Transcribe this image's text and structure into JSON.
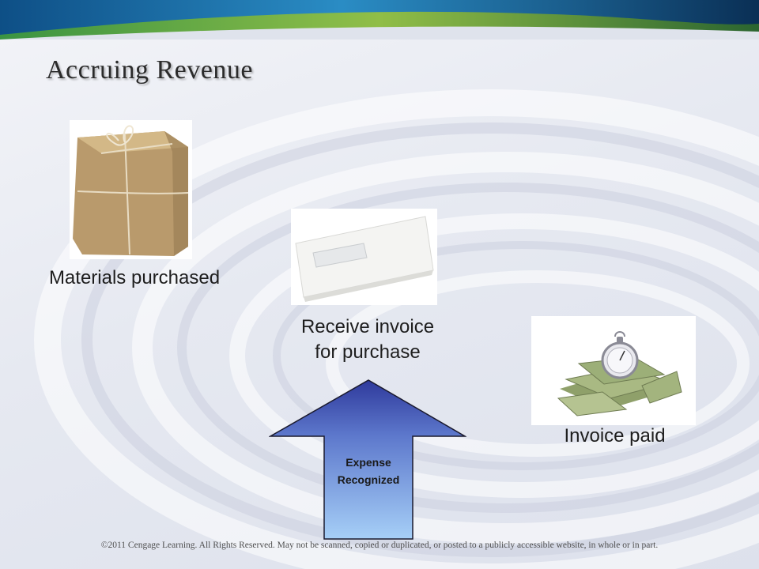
{
  "slide": {
    "title": "Accruing Revenue",
    "footer": "©2011 Cengage Learning. All Rights Reserved. May not be scanned, copied or duplicated, or posted to a publicly accessible website, in whole or in part."
  },
  "steps": [
    {
      "caption": "Materials purchased",
      "image": "wrapped-package"
    },
    {
      "caption_line1": "Receive invoice",
      "caption_line2": "for purchase",
      "image": "envelope"
    },
    {
      "caption": "Invoice paid",
      "image": "stopwatch-on-money"
    }
  ],
  "arrow": {
    "label_line1": "Expense",
    "label_line2": "Recognized",
    "direction": "up"
  },
  "colors": {
    "arrow_top": "#2f3a9c",
    "arrow_bottom": "#a6cff7",
    "topbar": "#1d6fa5"
  }
}
